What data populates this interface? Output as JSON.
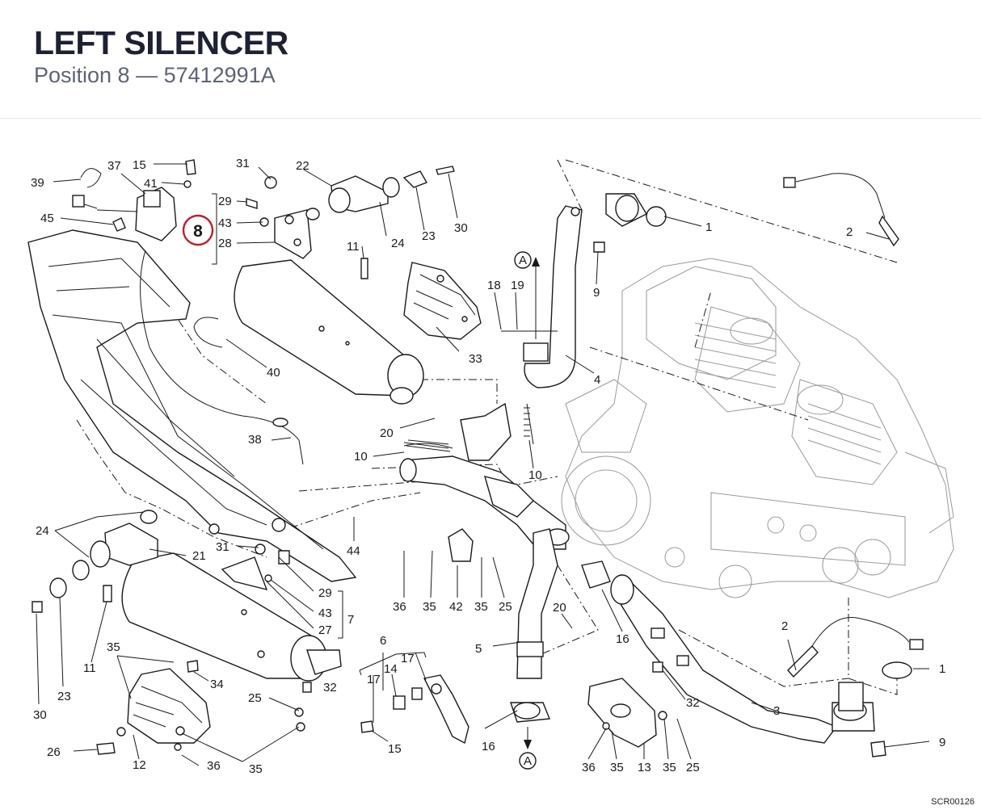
{
  "header": {
    "title": "LEFT SILENCER",
    "subtitle": "Position 8 — 57412991A"
  },
  "highlight": {
    "label": "8",
    "color": "#c0202a"
  },
  "drawing_code": "SCR00126",
  "callouts": {
    "c39": "39",
    "c37": "37",
    "c15a": "15",
    "c41": "41",
    "c45": "45",
    "c31a": "31",
    "c22": "22",
    "c29a": "29",
    "c43a": "43",
    "c28": "28",
    "c11a": "11",
    "c24a": "24",
    "c23a": "23",
    "c30a": "30",
    "c1a": "1",
    "c2a": "2",
    "c9a": "9",
    "cAa": "A",
    "c18": "18",
    "c19": "19",
    "c40": "40",
    "c33": "33",
    "c4": "4",
    "c20a": "20",
    "c38": "38",
    "c10a": "10",
    "c10b": "10",
    "c44": "44",
    "c24b": "24",
    "c21": "21",
    "c31b": "31",
    "c29b": "29",
    "c43b": "43",
    "c27": "27",
    "c7": "7",
    "c11b": "11",
    "c23b": "23",
    "c30b": "30",
    "c36a": "36",
    "c35a": "35",
    "c42": "42",
    "c35b": "35",
    "c25a": "25",
    "c20b": "20",
    "c5": "5",
    "c6": "6",
    "c17a": "17",
    "c14": "14",
    "c17b": "17",
    "c16a": "16",
    "c16b": "16",
    "cAb": "A",
    "c15b": "15",
    "c35c": "35",
    "c34": "34",
    "c32a": "32",
    "c25b": "25",
    "c26": "26",
    "c12": "12",
    "c36b": "36",
    "c35d": "35",
    "c36c": "36",
    "c35e": "35",
    "c13": "13",
    "c35f": "35",
    "c25c": "25",
    "c32b": "32",
    "c3": "3",
    "c2b": "2",
    "c1b": "1",
    "c9b": "9"
  }
}
